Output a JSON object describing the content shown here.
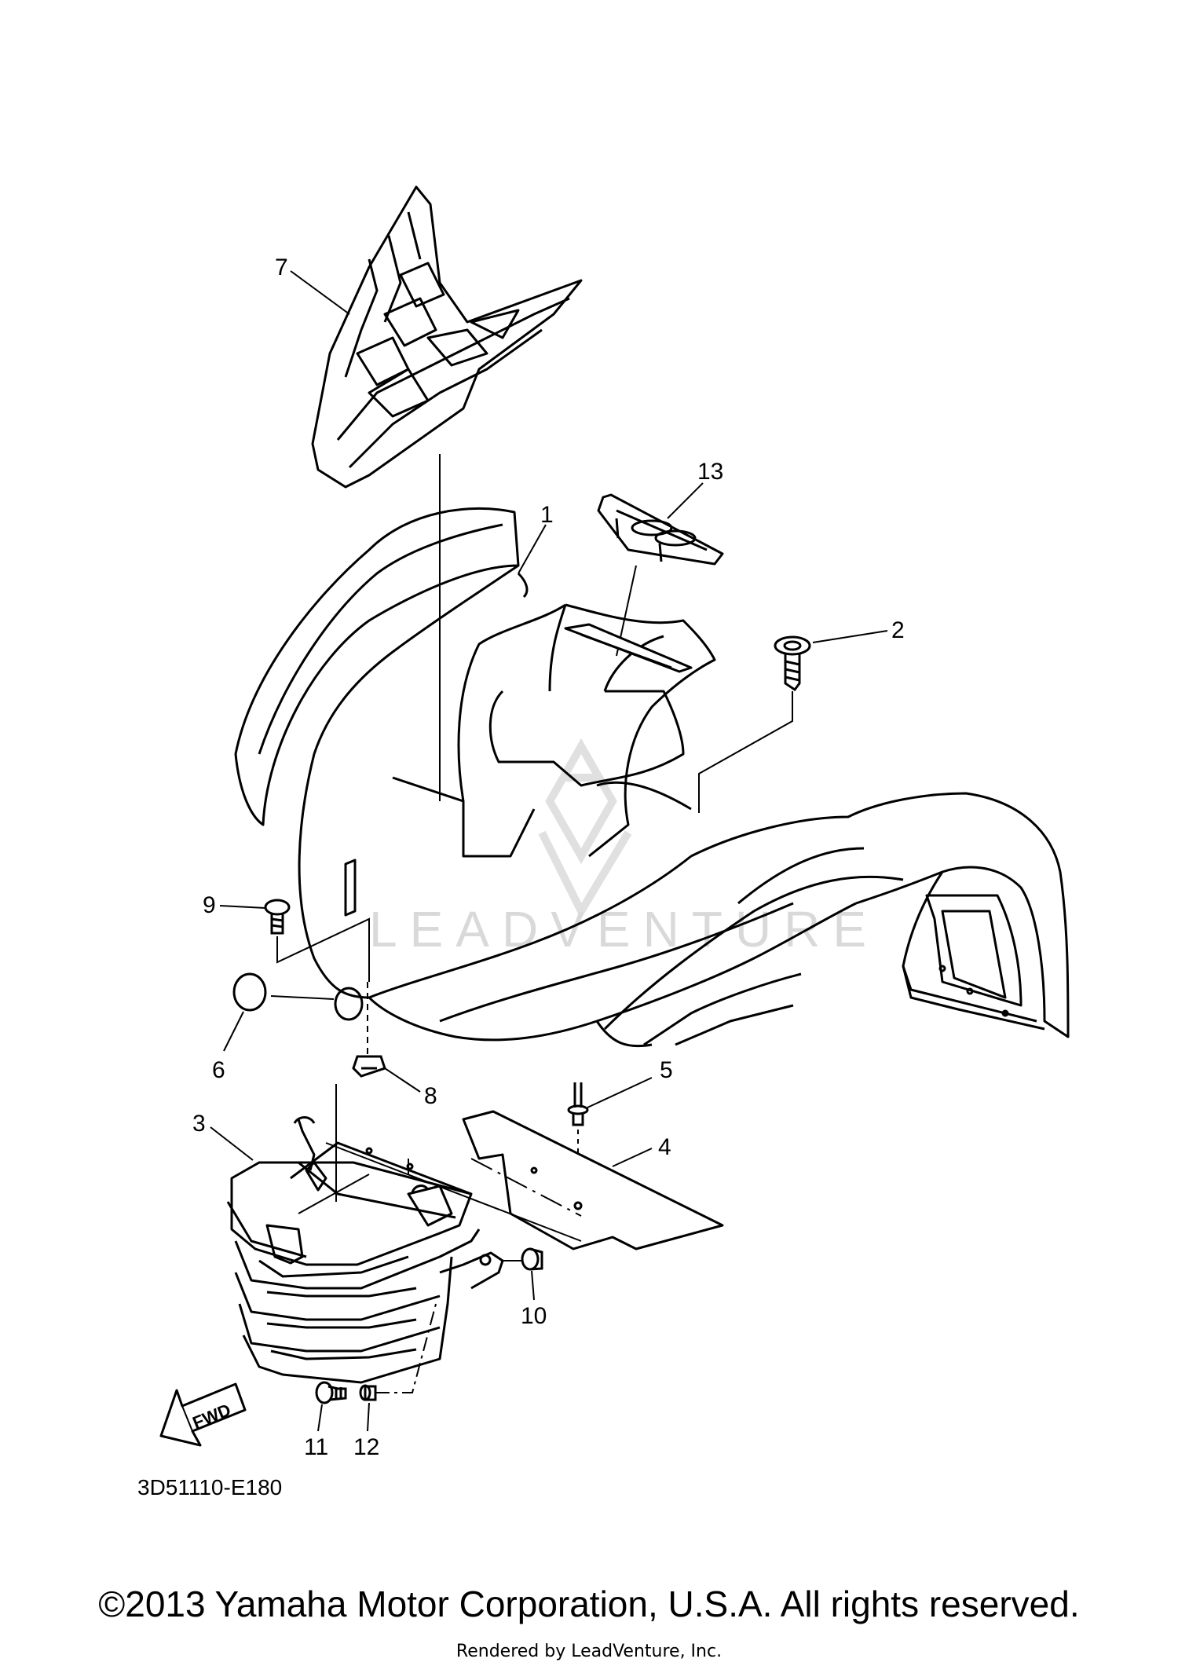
{
  "diagram": {
    "callouts": [
      {
        "id": "7",
        "label": "7"
      },
      {
        "id": "13",
        "label": "13"
      },
      {
        "id": "1",
        "label": "1"
      },
      {
        "id": "2",
        "label": "2"
      },
      {
        "id": "9",
        "label": "9"
      },
      {
        "id": "6",
        "label": "6"
      },
      {
        "id": "8",
        "label": "8"
      },
      {
        "id": "5",
        "label": "5"
      },
      {
        "id": "3",
        "label": "3"
      },
      {
        "id": "4",
        "label": "4"
      },
      {
        "id": "10",
        "label": "10"
      },
      {
        "id": "11",
        "label": "11"
      },
      {
        "id": "12",
        "label": "12"
      }
    ],
    "fwd_label": "FWD",
    "diagram_code": "3D51110-E180",
    "watermark": "LEADVENTURE"
  },
  "footer": {
    "copyright": "©2013 Yamaha Motor Corporation, U.S.A. All rights reserved.",
    "rendered_by": "Rendered by LeadVenture, Inc."
  },
  "colors": {
    "line": "#000000",
    "watermark": "#d9d9d9",
    "background": "#ffffff"
  }
}
